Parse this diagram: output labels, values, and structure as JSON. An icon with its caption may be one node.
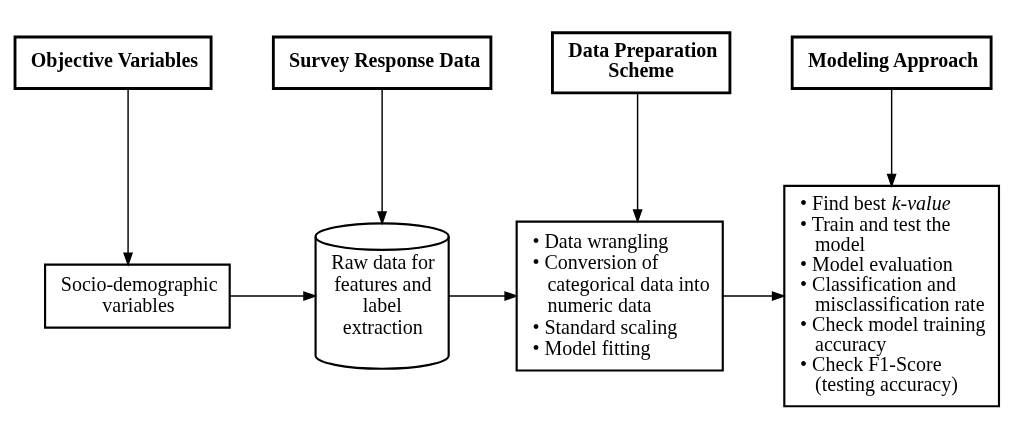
{
  "diagram": {
    "nodes": [
      {
        "text": [
          "Objective Variables"
        ]
      },
      {
        "text": [
          "Survey Response Data"
        ]
      },
      {
        "text": [
          "Data Preparation Scheme"
        ]
      },
      {
        "text": [
          "Modeling Approach"
        ]
      },
      {
        "text": [
          "Socio-demographic variables"
        ]
      },
      {
        "text": [
          "Raw data for features and label extraction"
        ]
      },
      {
        "text": [
          "• Data wrangling",
          "• Conversion of categorical data into numeric data",
          "• Standard scaling",
          "• Model fitting"
        ]
      },
      {
        "text": [
          "• Find best *k-value*",
          "• Train and test the model",
          "• Model evaluation",
          "• Classification and misclassification rate",
          "• Check model training accuracy",
          "• Check F1-Score (testing accuracy)"
        ]
      }
    ],
    "edges": [
      {
        "from": 0,
        "to": 4,
        "arrow": "to"
      },
      {
        "from": 1,
        "to": 5,
        "arrow": "to"
      },
      {
        "from": 2,
        "to": 6,
        "arrow": "to"
      },
      {
        "from": 3,
        "to": 7,
        "arrow": "to"
      },
      {
        "from": 4,
        "to": 5,
        "arrow": "to"
      },
      {
        "from": 5,
        "to": 6,
        "arrow": "to"
      },
      {
        "from": 6,
        "to": 7,
        "arrow": "to"
      }
    ]
  }
}
